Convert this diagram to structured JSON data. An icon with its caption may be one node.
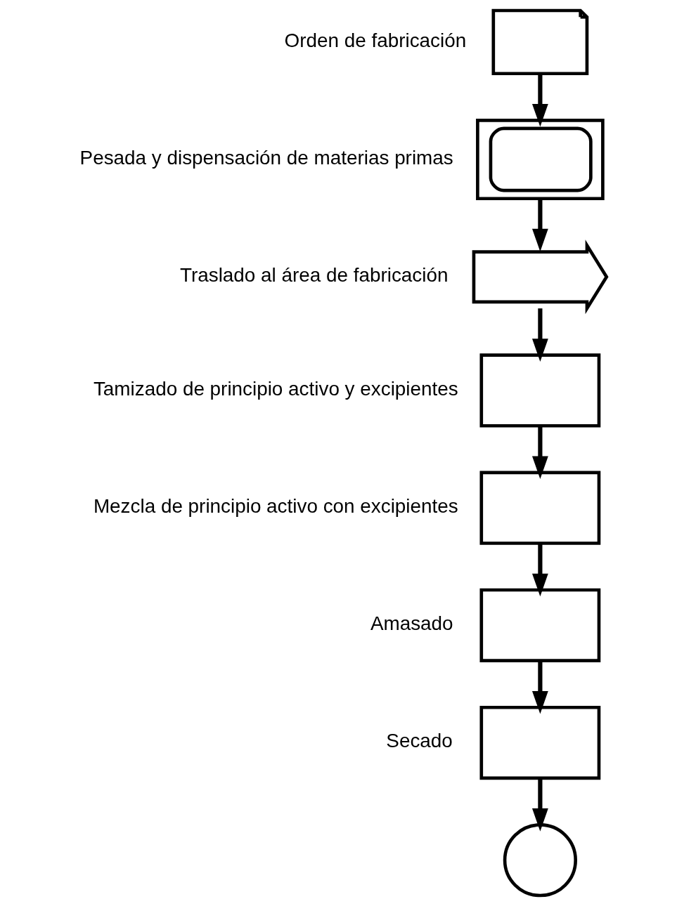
{
  "diagram": {
    "nodes": [
      {
        "text": [],
        "shape": "document",
        "beside": [
          "Orden de fabricación"
        ]
      },
      {
        "text": [],
        "shape": "ellipse",
        "beside": [
          "Pesada y dispensación de materias primas"
        ]
      },
      {
        "text": [],
        "shape": "arrow",
        "beside": [
          "Traslado al área de fabricación"
        ]
      },
      {
        "text": [],
        "shape": "box",
        "beside": [
          "Tamizado de principio activo y excipientes"
        ]
      },
      {
        "text": [],
        "shape": "box",
        "beside": [
          "Mezcla de principio activo con excipientes"
        ]
      },
      {
        "text": [],
        "shape": "box",
        "beside": [
          "Amasado"
        ]
      },
      {
        "text": [],
        "shape": "box",
        "beside": [
          "Secado"
        ]
      },
      {
        "text": [],
        "shape": "circle"
      }
    ],
    "edges": [
      {
        "from": 0,
        "to": 1,
        "arrow": "to"
      },
      {
        "from": 1,
        "to": 2,
        "arrow": "to"
      },
      {
        "from": 2,
        "to": 3,
        "arrow": "to"
      },
      {
        "from": 3,
        "to": 4,
        "arrow": "to"
      },
      {
        "from": 4,
        "to": 5,
        "arrow": "to"
      },
      {
        "from": 5,
        "to": 6,
        "arrow": "to"
      },
      {
        "from": 6,
        "to": 7,
        "arrow": "to"
      }
    ]
  }
}
